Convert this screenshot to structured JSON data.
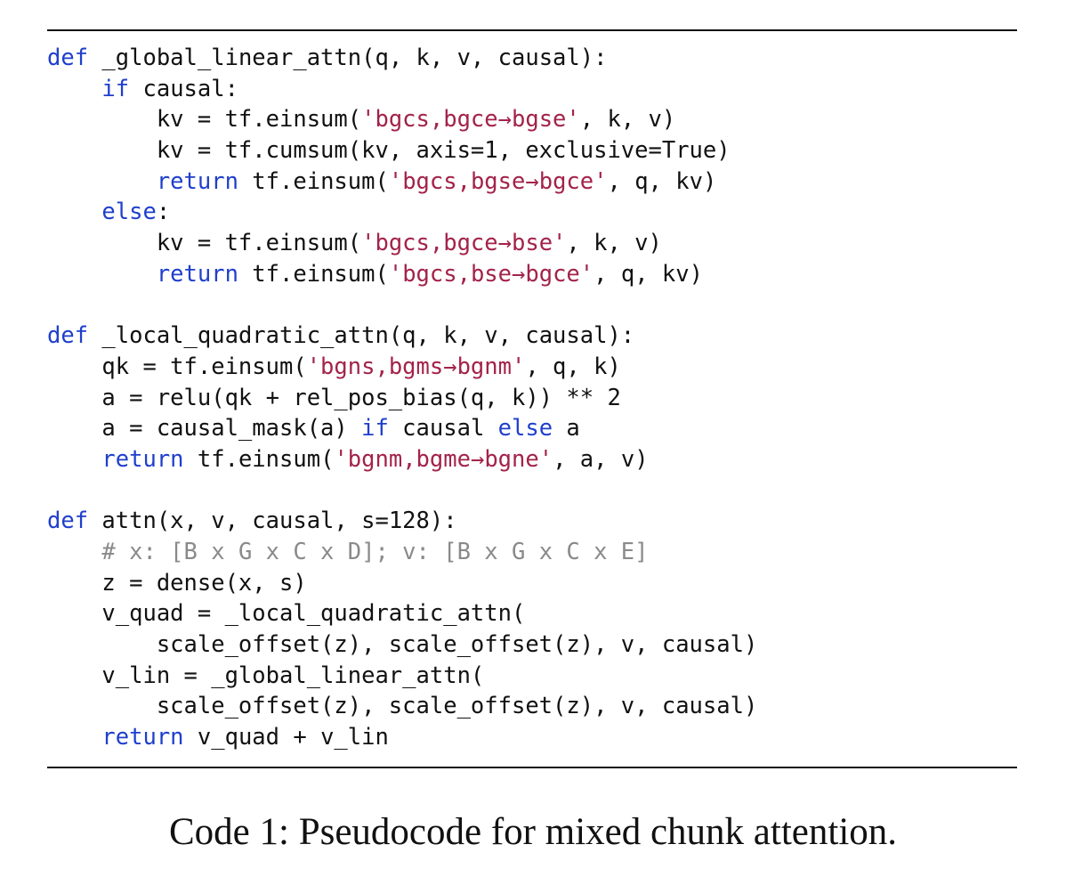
{
  "code": {
    "colors": {
      "keyword": "#1f3fcc",
      "string": "#a3234a",
      "comment": "#8a8a8a",
      "text": "#111111"
    },
    "lines": [
      [
        [
          "kw",
          "def"
        ],
        [
          "t",
          " _global_linear_attn(q, k, v, causal):"
        ]
      ],
      [
        [
          "t",
          "    "
        ],
        [
          "kw",
          "if"
        ],
        [
          "t",
          " causal:"
        ]
      ],
      [
        [
          "t",
          "        kv = tf.einsum("
        ],
        [
          "str",
          "'bgcs,bgce→bgse'"
        ],
        [
          "t",
          ", k, v)"
        ]
      ],
      [
        [
          "t",
          "        kv = tf.cumsum(kv, axis=1, exclusive=True)"
        ]
      ],
      [
        [
          "t",
          "        "
        ],
        [
          "kw",
          "return"
        ],
        [
          "t",
          " tf.einsum("
        ],
        [
          "str",
          "'bgcs,bgse→bgce'"
        ],
        [
          "t",
          ", q, kv)"
        ]
      ],
      [
        [
          "t",
          "    "
        ],
        [
          "kw",
          "else"
        ],
        [
          "t",
          ":"
        ]
      ],
      [
        [
          "t",
          "        kv = tf.einsum("
        ],
        [
          "str",
          "'bgcs,bgce→bse'"
        ],
        [
          "t",
          ", k, v)"
        ]
      ],
      [
        [
          "t",
          "        "
        ],
        [
          "kw",
          "return"
        ],
        [
          "t",
          " tf.einsum("
        ],
        [
          "str",
          "'bgcs,bse→bgce'"
        ],
        [
          "t",
          ", q, kv)"
        ]
      ],
      [],
      [
        [
          "kw",
          "def"
        ],
        [
          "t",
          " _local_quadratic_attn(q, k, v, causal):"
        ]
      ],
      [
        [
          "t",
          "    qk = tf.einsum("
        ],
        [
          "str",
          "'bgns,bgms→bgnm'"
        ],
        [
          "t",
          ", q, k)"
        ]
      ],
      [
        [
          "t",
          "    a = relu(qk + rel_pos_bias(q, k)) ** 2"
        ]
      ],
      [
        [
          "t",
          "    a = causal_mask(a) "
        ],
        [
          "kw",
          "if"
        ],
        [
          "t",
          " causal "
        ],
        [
          "kw",
          "else"
        ],
        [
          "t",
          " a"
        ]
      ],
      [
        [
          "t",
          "    "
        ],
        [
          "kw",
          "return"
        ],
        [
          "t",
          " tf.einsum("
        ],
        [
          "str",
          "'bgnm,bgme→bgne'"
        ],
        [
          "t",
          ", a, v)"
        ]
      ],
      [],
      [
        [
          "kw",
          "def"
        ],
        [
          "t",
          " attn(x, v, causal, s=128):"
        ]
      ],
      [
        [
          "t",
          "    "
        ],
        [
          "cmt",
          "# x: [B x G x C x D]; v: [B x G x C x E]"
        ]
      ],
      [
        [
          "t",
          "    z = dense(x, s)"
        ]
      ],
      [
        [
          "t",
          "    v_quad = _local_quadratic_attn("
        ]
      ],
      [
        [
          "t",
          "        scale_offset(z), scale_offset(z), v, causal)"
        ]
      ],
      [
        [
          "t",
          "    v_lin = _global_linear_attn("
        ]
      ],
      [
        [
          "t",
          "        scale_offset(z), scale_offset(z), v, causal)"
        ]
      ],
      [
        [
          "t",
          "    "
        ],
        [
          "kw",
          "return"
        ],
        [
          "t",
          " v_quad + v_lin"
        ]
      ]
    ]
  },
  "caption": "Code 1: Pseudocode for mixed chunk attention."
}
